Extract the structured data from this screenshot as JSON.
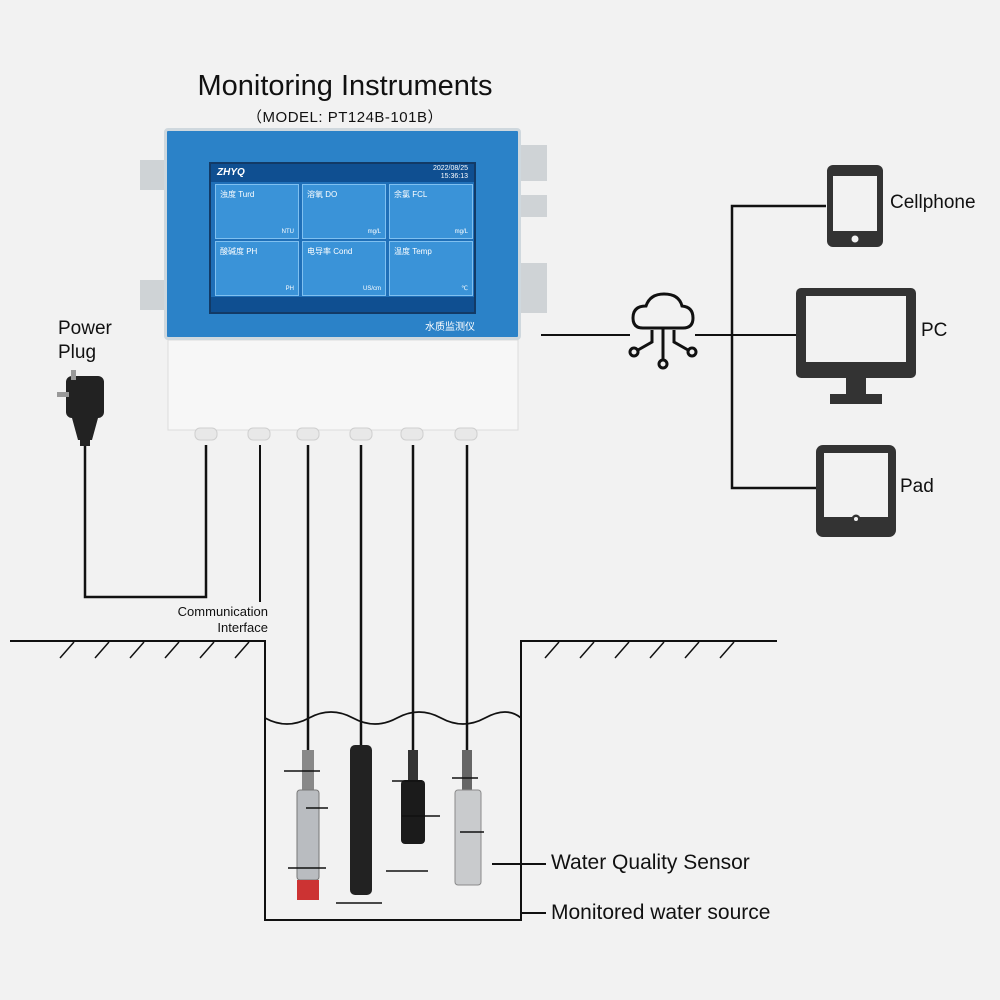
{
  "title": "Monitoring Instruments",
  "model": "（MODEL: PT124B-101B）",
  "power_plug": [
    "Power",
    "Plug"
  ],
  "communication_interface": [
    "Communication",
    "Interface"
  ],
  "devices": {
    "cellphone": "Cellphone",
    "pc": "PC",
    "pad": "Pad"
  },
  "water_quality_sensor": "Water Quality Sensor",
  "monitored_water_source": "Monitored water source",
  "instrument_screen": {
    "brand": "ZHYQ",
    "date": "2022/08/25",
    "time": "15:36:13",
    "tiles": [
      {
        "name": "浊度 Turd",
        "unit": "NTU"
      },
      {
        "name": "溶氧 DO",
        "unit": "mg/L"
      },
      {
        "name": "余氯 FCL",
        "unit": "mg/L"
      },
      {
        "name": "酸碱度 PH",
        "unit": "PH"
      },
      {
        "name": "电导率 Cond",
        "unit": "US/cm"
      },
      {
        "name": "温度 Temp",
        "unit": "℃"
      }
    ],
    "footer": "水质监测仪"
  },
  "colors": {
    "device_blue": "#2b82c8",
    "screen_blue": "#1f6fb8",
    "icon_dark": "#333333",
    "background": "#f2f2f2"
  }
}
